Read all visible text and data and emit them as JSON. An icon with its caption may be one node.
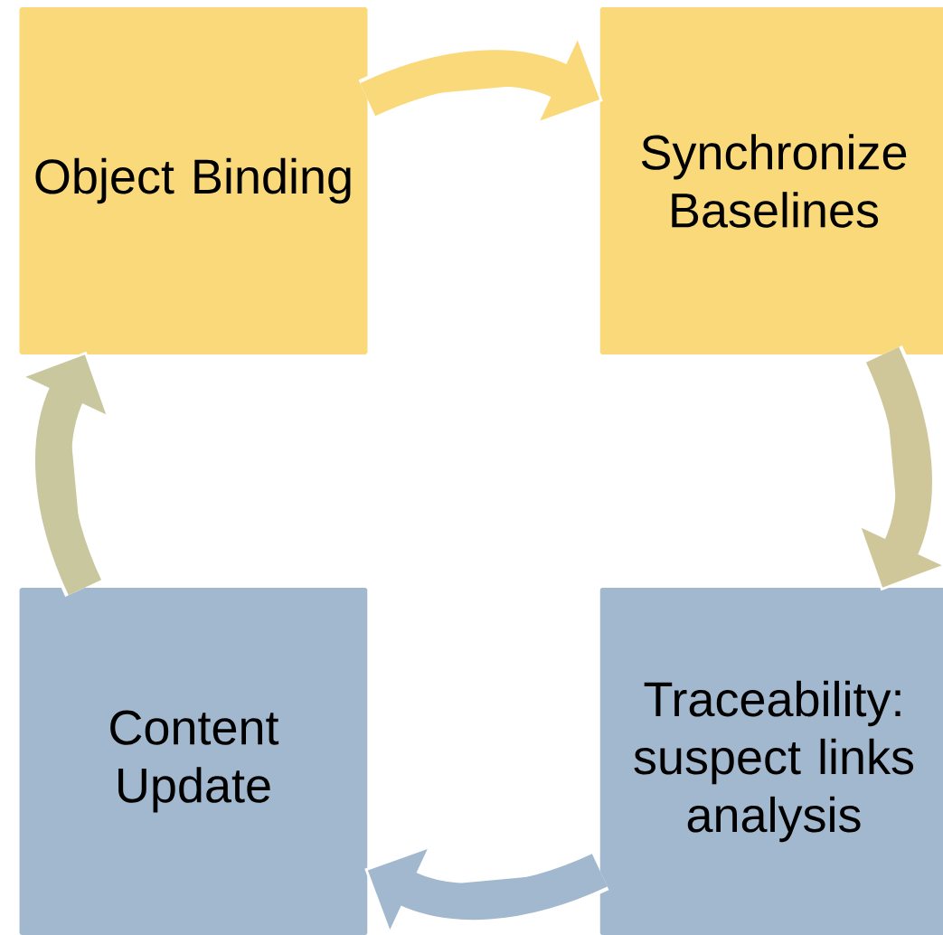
{
  "diagram": {
    "nodes": [
      {
        "text": [
          "Object Binding"
        ]
      },
      {
        "text": [
          "Synchronize Baselines"
        ]
      },
      {
        "text": [
          "Traceability: suspect links analysis"
        ]
      },
      {
        "text": [
          "Content Update"
        ]
      }
    ],
    "edges": [
      {
        "from": 0,
        "to": 1,
        "arrow": "to"
      },
      {
        "from": 1,
        "to": 2,
        "arrow": "to"
      },
      {
        "from": 2,
        "to": 3,
        "arrow": "to"
      },
      {
        "from": 3,
        "to": 0,
        "arrow": "to"
      }
    ]
  }
}
